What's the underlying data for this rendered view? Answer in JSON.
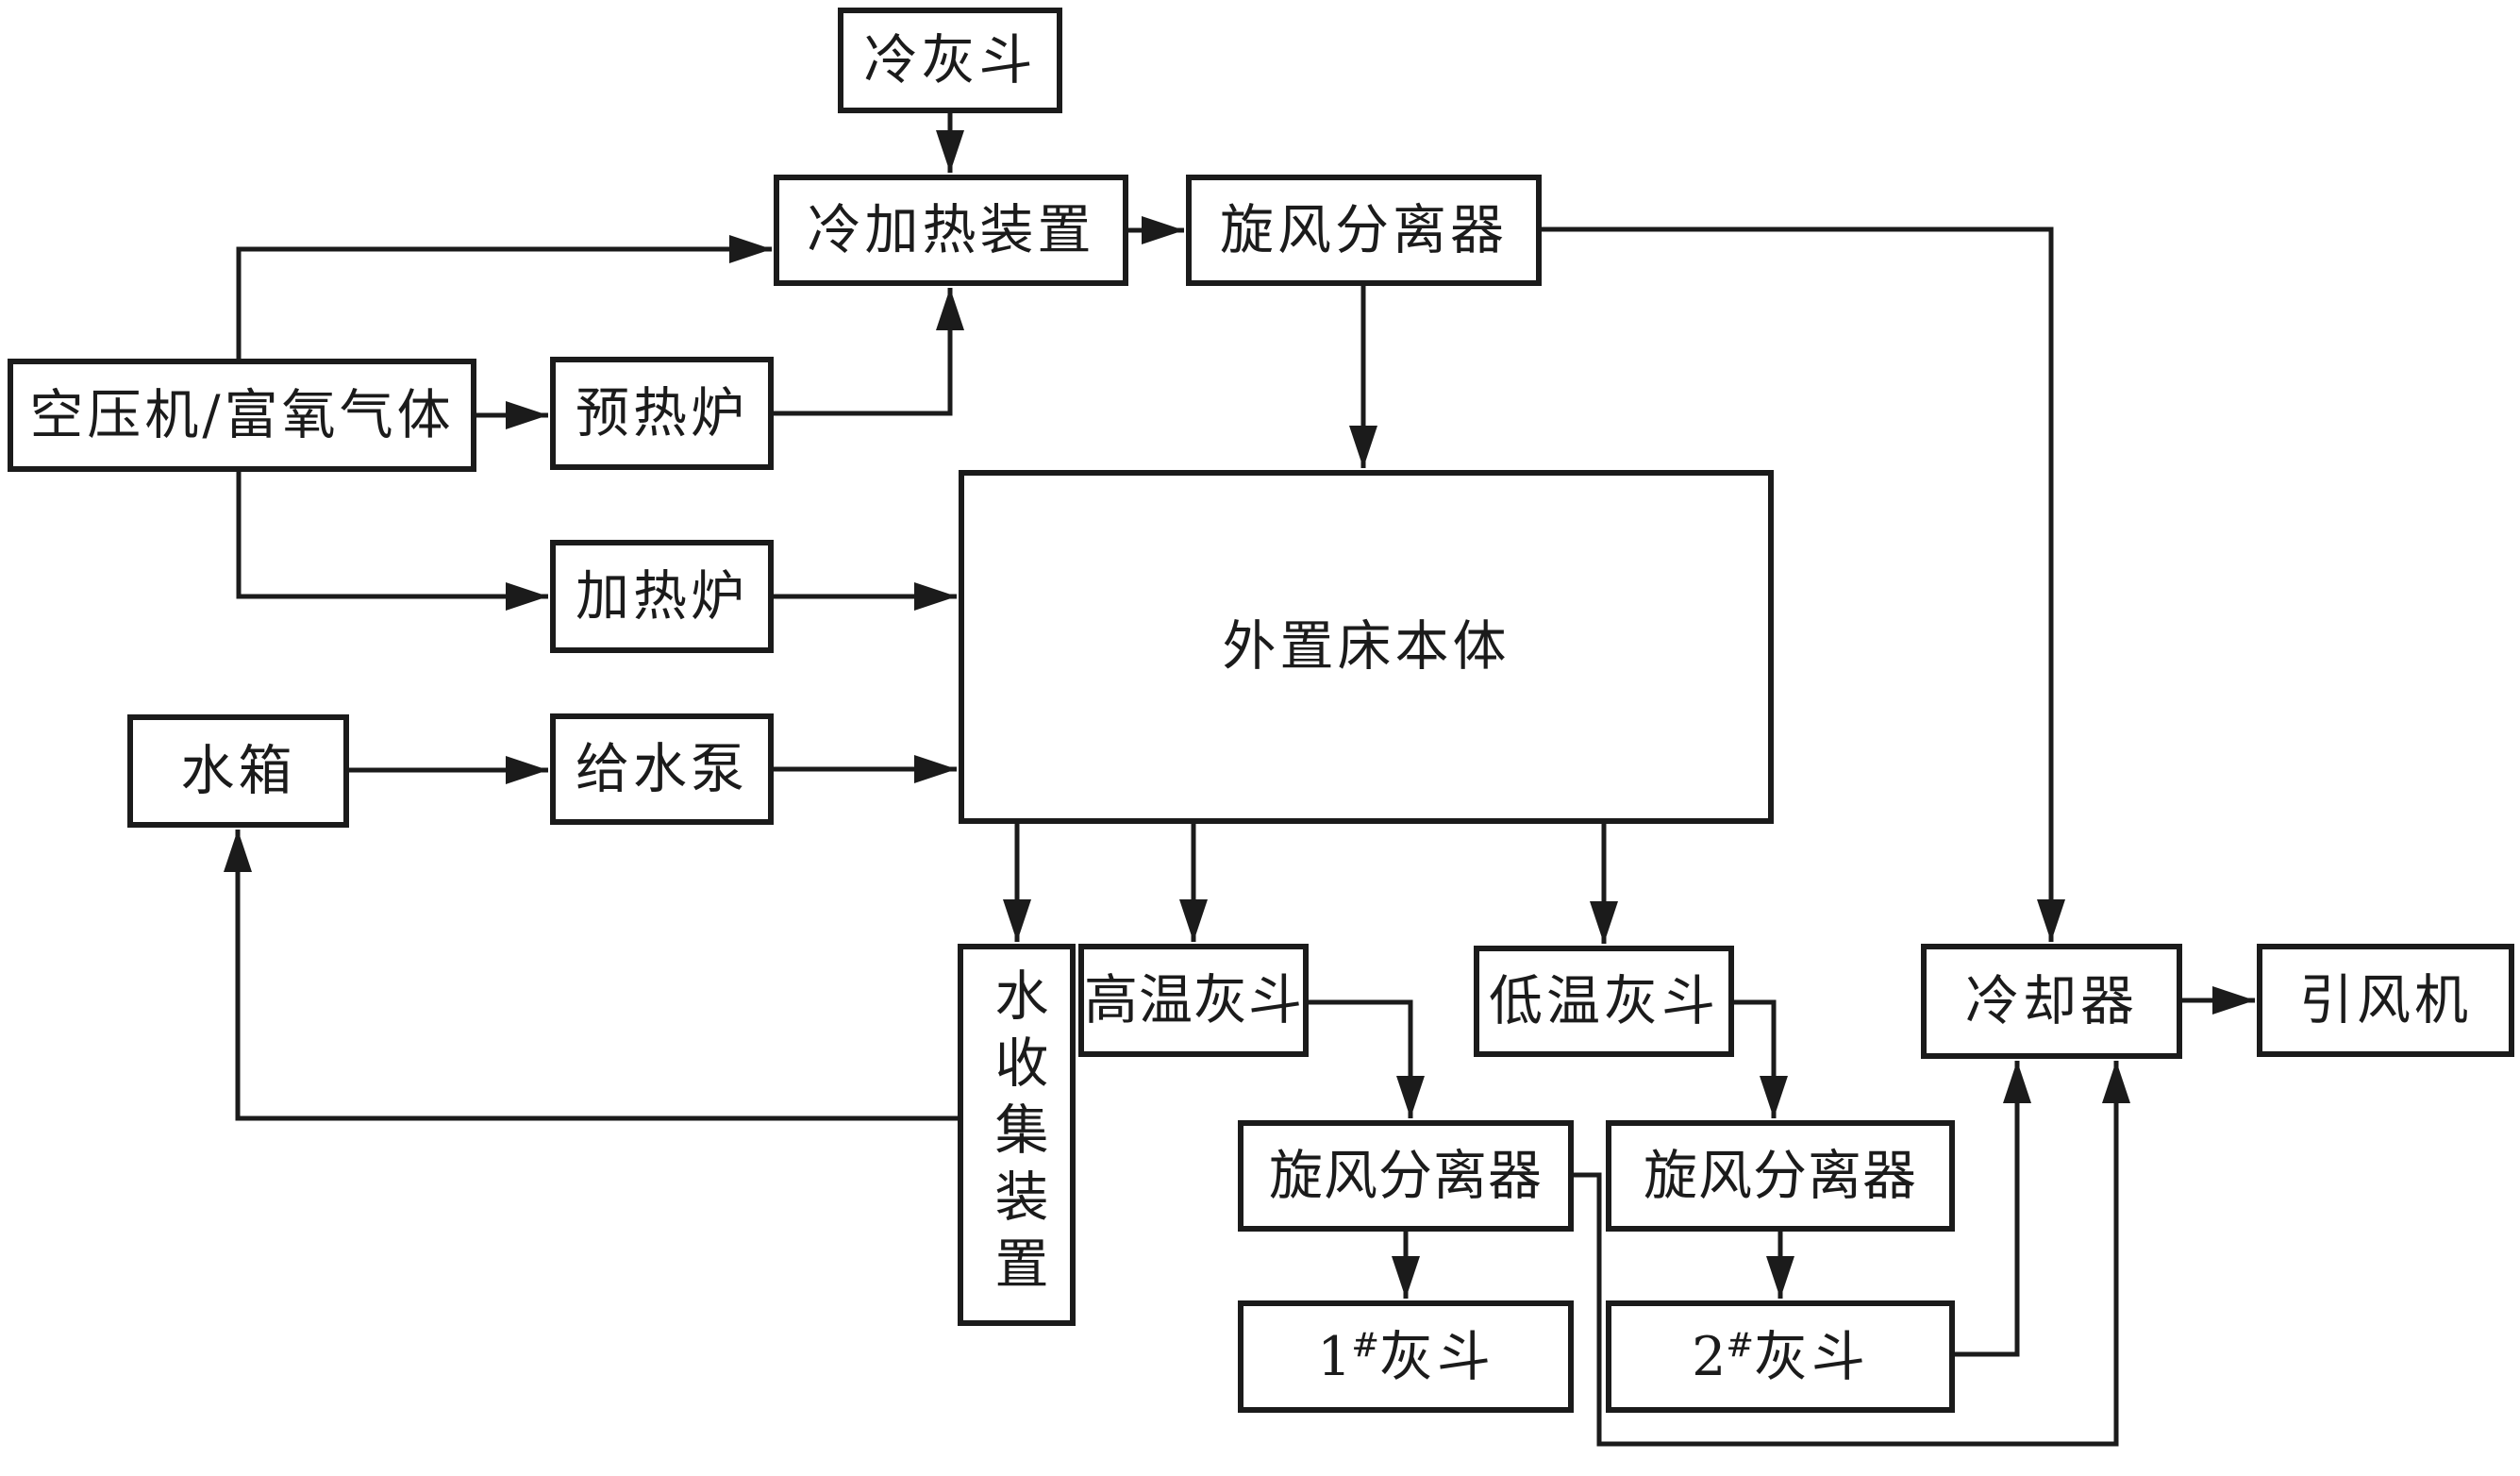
{
  "diagram": {
    "type": "process-flow-diagram",
    "colors": {
      "line": "#1b1b1b",
      "background": "#ffffff",
      "text": "#1b1b1b"
    },
    "nodes": {
      "cold_ash_hopper": {
        "label": "冷灰斗"
      },
      "cold_heating_device": {
        "label": "冷加热装置"
      },
      "cyclone_top": {
        "label": "旋风分离器"
      },
      "air_compressor": {
        "label": "空压机/富氧气体"
      },
      "preheater": {
        "label": "预热炉"
      },
      "heater": {
        "label": "加热炉"
      },
      "water_tank": {
        "label": "水箱"
      },
      "feed_water_pump": {
        "label": "给水泵"
      },
      "external_bed": {
        "label": "外置床本体"
      },
      "water_collector": {
        "label": "水收集装置"
      },
      "high_temp_hopper": {
        "label": "高温灰斗"
      },
      "low_temp_hopper": {
        "label": "低温灰斗"
      },
      "cyclone_1": {
        "label": "旋风分离器"
      },
      "cyclone_2": {
        "label": "旋风分离器"
      },
      "ash_hopper_1": {
        "num": "1",
        "sup": "#",
        "rest": "灰斗"
      },
      "ash_hopper_2": {
        "num": "2",
        "sup": "#",
        "rest": "灰斗"
      },
      "cooler": {
        "label": "冷却器"
      },
      "induced_draft_fan": {
        "label": "引风机"
      }
    },
    "edges": [
      {
        "from": "cold_ash_hopper",
        "to": "cold_heating_device"
      },
      {
        "from": "cold_heating_device",
        "to": "cyclone_top"
      },
      {
        "from": "cyclone_top",
        "to": "external_bed"
      },
      {
        "from": "cyclone_top",
        "to": "cooler"
      },
      {
        "from": "air_compressor",
        "to": "cold_heating_device"
      },
      {
        "from": "air_compressor",
        "to": "preheater"
      },
      {
        "from": "air_compressor",
        "to": "heater"
      },
      {
        "from": "preheater",
        "to": "cold_heating_device"
      },
      {
        "from": "heater",
        "to": "external_bed"
      },
      {
        "from": "water_tank",
        "to": "feed_water_pump"
      },
      {
        "from": "feed_water_pump",
        "to": "external_bed"
      },
      {
        "from": "external_bed",
        "to": "water_collector"
      },
      {
        "from": "external_bed",
        "to": "high_temp_hopper"
      },
      {
        "from": "external_bed",
        "to": "low_temp_hopper"
      },
      {
        "from": "high_temp_hopper",
        "to": "cyclone_1"
      },
      {
        "from": "low_temp_hopper",
        "to": "cyclone_2"
      },
      {
        "from": "cyclone_1",
        "to": "ash_hopper_1"
      },
      {
        "from": "cyclone_2",
        "to": "ash_hopper_2"
      },
      {
        "from": "cyclone_1",
        "to": "cooler"
      },
      {
        "from": "ash_hopper_2",
        "to": "cooler"
      },
      {
        "from": "cooler",
        "to": "induced_draft_fan"
      },
      {
        "from": "water_collector",
        "to": "water_tank"
      }
    ]
  }
}
